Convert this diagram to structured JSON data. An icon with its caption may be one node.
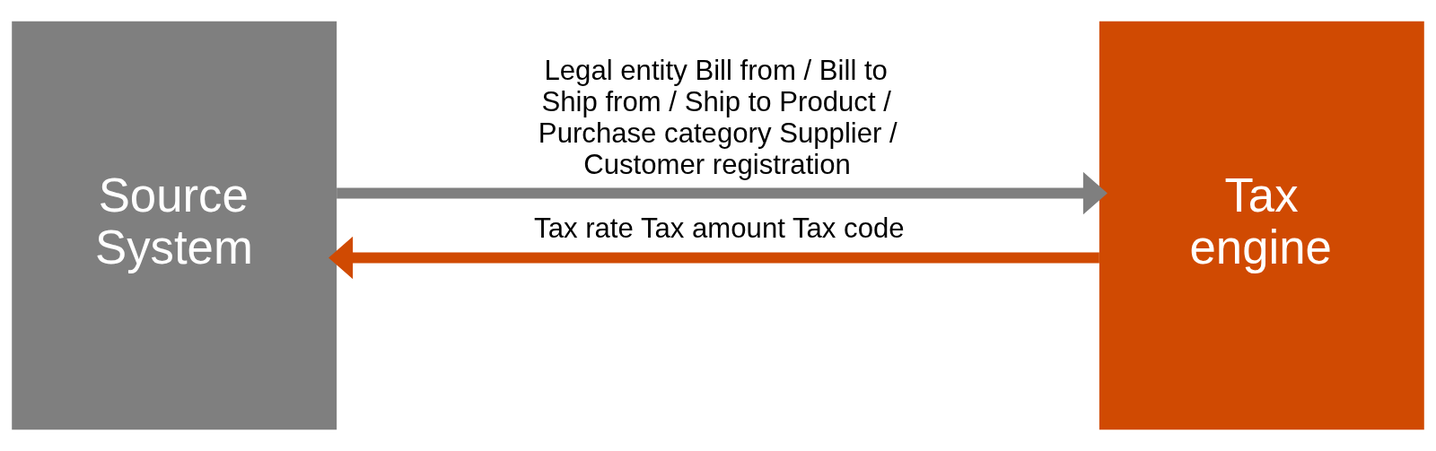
{
  "diagram": {
    "nodes": [
      {
        "text": [
          "Source System"
        ]
      },
      {
        "text": [
          "Tax engine"
        ]
      }
    ],
    "edges": [
      {
        "from": 0,
        "to": 1,
        "arrow": "to",
        "label": "Legal entity Bill from / Bill to Ship from / Ship to Product / Purchase category Supplier / Customer registration",
        "color": "#7f7f7f"
      },
      {
        "from": 1,
        "to": 0,
        "arrow": "to",
        "label": "Tax rate Tax amount Tax code",
        "color": "#d04a02"
      }
    ]
  }
}
